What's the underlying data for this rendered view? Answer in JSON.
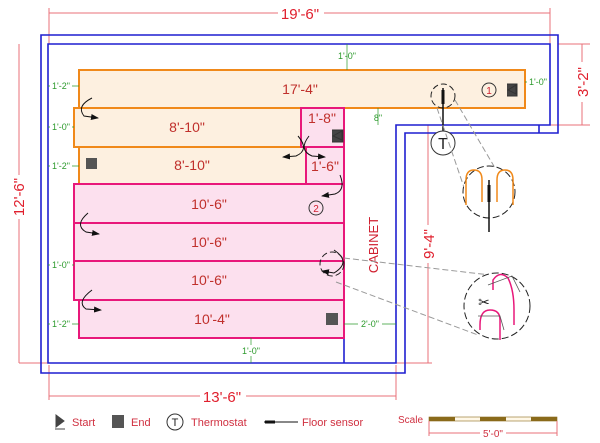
{
  "dimensions": {
    "total_width": "19'-6\"",
    "total_height": "12'-6\"",
    "right_height": "3'-2\"",
    "lower_height": "9'-4\"",
    "lower_width": "13'-6\""
  },
  "clearances": {
    "top": "1'-0\"",
    "left_row1": "1'-2\"",
    "left_row2": "1'-0\"",
    "left_row3": "1'-2\"",
    "right_row1": "1'-0\"",
    "notch": "8\"",
    "left_mid": "1'-0\"",
    "left_bottom": "1'-2\"",
    "cabinet": "2'-0\"",
    "bottom": "1'-0\""
  },
  "runs": [
    {
      "label": "17'-4\"",
      "zone": "1"
    },
    {
      "label": "8'-10\"",
      "zone": "1"
    },
    {
      "label": "8'-10\"",
      "zone": "1"
    },
    {
      "label": "1'-8\"",
      "zone": "2"
    },
    {
      "label": "1'-6\"",
      "zone": "2"
    },
    {
      "label": "10'-6\"",
      "zone": "2"
    },
    {
      "label": "10'-6\"",
      "zone": "2"
    },
    {
      "label": "10'-6\"",
      "zone": "2"
    },
    {
      "label": "10'-4\"",
      "zone": "2"
    }
  ],
  "zones": [
    "1",
    "2"
  ],
  "cabinet_label": "CABINET",
  "thermostat_symbol": "T",
  "legend": {
    "start": "Start",
    "end": "End",
    "thermostat": "Thermostat",
    "floor_sensor": "Floor sensor",
    "scale": "Scale",
    "scale_length": "5'-0\""
  },
  "colors": {
    "zone1": "#f0891a",
    "zone2": "#e8187a",
    "wall": "#1f1fd0",
    "dimension": "#e0202e"
  }
}
